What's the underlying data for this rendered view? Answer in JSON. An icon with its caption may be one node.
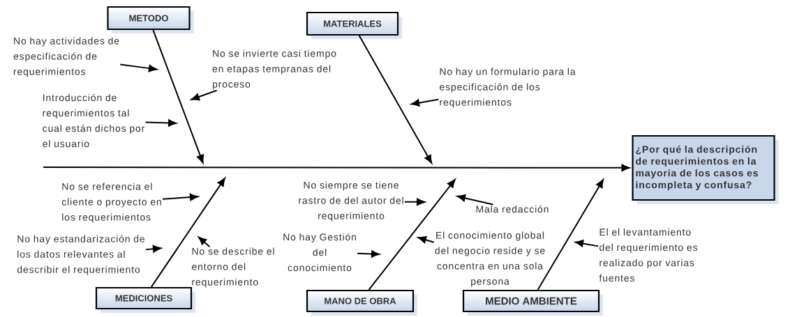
{
  "diagram": {
    "nodes": [
      {
        "text": [
          "METODO"
        ]
      },
      {
        "text": [
          "MATERIALES"
        ]
      },
      {
        "text": [
          "MEDICIONES"
        ]
      },
      {
        "text": [
          "MANO DE OBRA"
        ]
      },
      {
        "text": [
          "MEDIO AMBIENTE"
        ]
      },
      {
        "text": [
          "¿Por qué la descripción de requerimientos en la mayoria de los casos es incompleta y confusa?"
        ]
      },
      {
        "text": [
          "No hay actividades de especificación de requerimientos"
        ]
      },
      {
        "text": [
          "No se invierte casi tiempo en etapas tempranas del proceso"
        ]
      },
      {
        "text": [
          "Introducción de requerimientos tal cual están dichos por el usuario"
        ]
      },
      {
        "text": [
          "No hay un formulario para la especificación de los requerimientos"
        ]
      },
      {
        "text": [
          "No se referencia el cliente o proyecto en los requerimientos"
        ]
      },
      {
        "text": [
          "No hay estandarización de los datos relevantes al describir el requerimiento"
        ]
      },
      {
        "text": [
          "No se describe el entorno del requerimiento"
        ]
      },
      {
        "text": [
          "No siempre se tiene rastro de del autor del requerimiento"
        ]
      },
      {
        "text": [
          "Mala redacción"
        ]
      },
      {
        "text": [
          "No hay Gestión del conocimiento"
        ]
      },
      {
        "text": [
          "El conocimiento global del negocio reside y se concentra en una sola persona"
        ]
      },
      {
        "text": [
          "El el levantamiento del requerimiento es realizado por varias fuentes"
        ]
      }
    ],
    "edges": [
      {
        "from": null,
        "to": 5,
        "arrow": "to"
      },
      {
        "from": 0,
        "to": null,
        "arrow": "to"
      },
      {
        "from": 1,
        "to": null,
        "arrow": "to"
      },
      {
        "from": 2,
        "to": null,
        "arrow": "to"
      },
      {
        "from": 3,
        "to": null,
        "arrow": "to"
      },
      {
        "from": 4,
        "to": null,
        "arrow": "to"
      },
      {
        "from": 6,
        "to": null,
        "arrow": "to"
      },
      {
        "from": 7,
        "to": null,
        "arrow": "to"
      },
      {
        "from": 8,
        "to": null,
        "arrow": "to"
      },
      {
        "from": 9,
        "to": null,
        "arrow": "to"
      },
      {
        "from": 10,
        "to": null,
        "arrow": "to"
      },
      {
        "from": 11,
        "to": null,
        "arrow": "to"
      },
      {
        "from": 12,
        "to": null,
        "arrow": "to"
      },
      {
        "from": 13,
        "to": null,
        "arrow": "to"
      },
      {
        "from": 14,
        "to": null,
        "arrow": "to"
      },
      {
        "from": 15,
        "to": null,
        "arrow": "to"
      },
      {
        "from": 16,
        "to": null,
        "arrow": "to"
      },
      {
        "from": 17,
        "to": null,
        "arrow": "to"
      }
    ]
  }
}
